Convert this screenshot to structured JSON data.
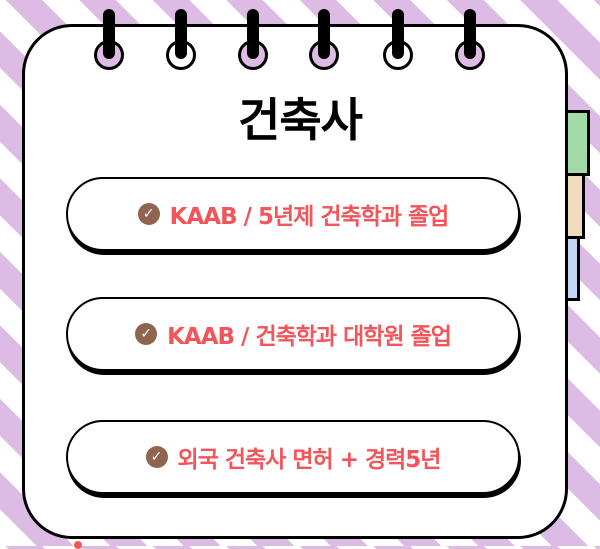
{
  "card": {
    "title": "건축사"
  },
  "colors": {
    "stripe": "#dcbce4",
    "title": "#000000",
    "item_text": "#f2555a",
    "check_icon": "#8f6550",
    "tab_green": "#a0dba8",
    "tab_beige": "#f1dcbd",
    "tab_blue": "#c3d6f5"
  },
  "items": [
    {
      "icon": "check-circle-icon",
      "check_glyph": "✓",
      "label": "KAAB / 5년제 건축학과 졸업"
    },
    {
      "icon": "check-circle-icon",
      "check_glyph": "✓",
      "label": "KAAB / 건축학과 대학원 졸업"
    },
    {
      "icon": "check-circle-icon",
      "check_glyph": "✓",
      "label": "외국 건축사 면허 + 경력5년"
    }
  ]
}
